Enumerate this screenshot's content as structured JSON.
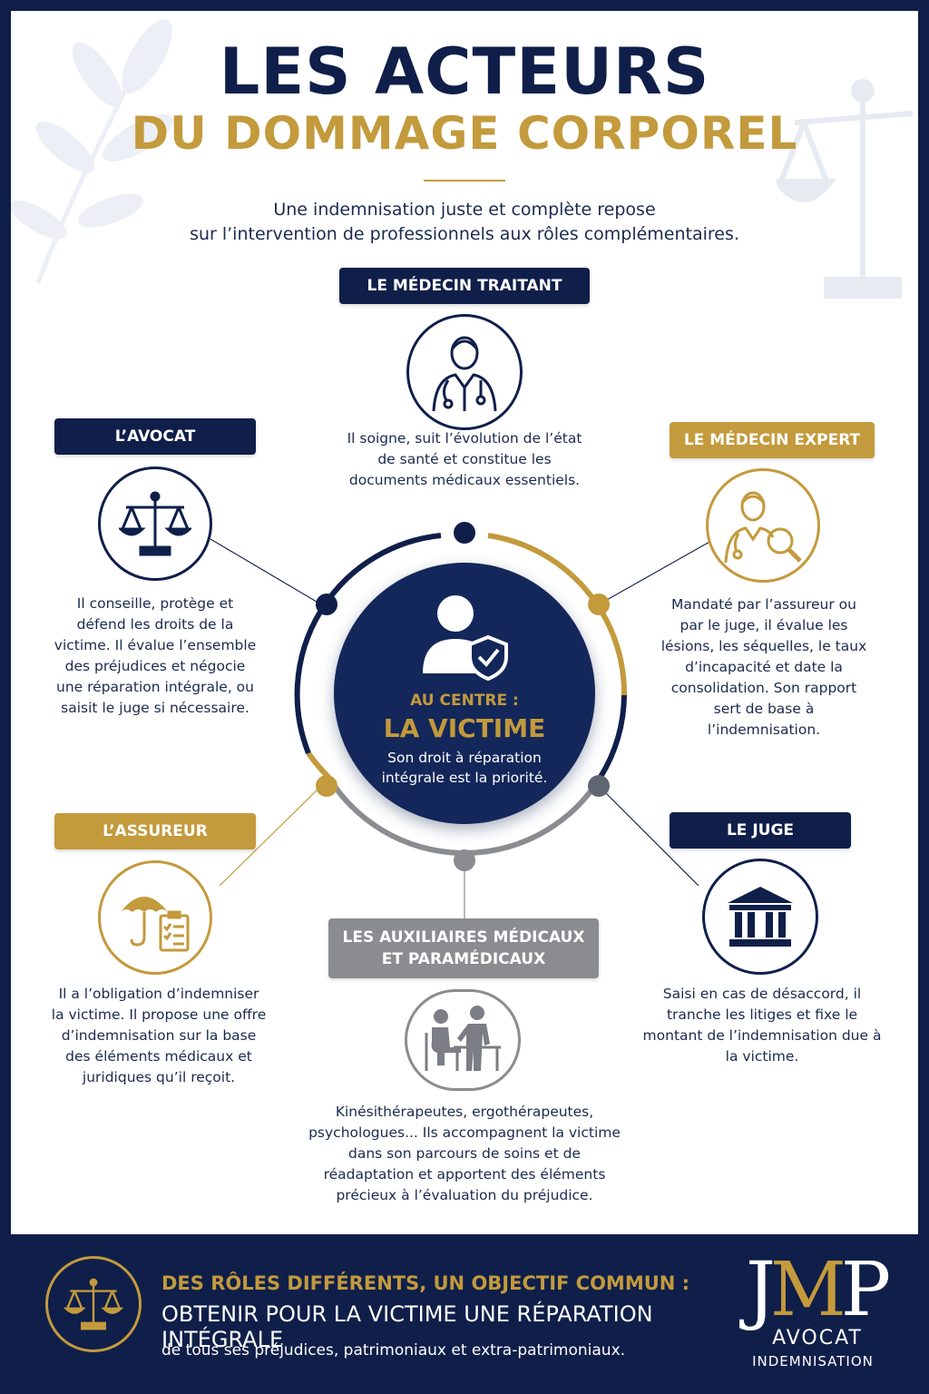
{
  "header": {
    "title_line1": "LES ACTEURS",
    "title_line2": "DU DOMMAGE CORPOREL",
    "subtitle_line1": "Une indemnisation juste et complète repose",
    "subtitle_line2": "sur l’intervention de professionnels aux rôles complémentaires."
  },
  "center": {
    "kicker": "AU CENTRE :",
    "title": "LA VICTIME",
    "text": "Son droit à réparation intégrale est la priorité.",
    "icon": "person-shield-icon"
  },
  "actors": {
    "medecin_traitant": {
      "label": "LE MÉDECIN TRAITANT",
      "text": "Il soigne, suit l’évolution de l’état de santé et constitue les documents médicaux essentiels.",
      "icon": "doctor-icon"
    },
    "avocat": {
      "label": "L’AVOCAT",
      "text": "Il conseille, protège et défend les droits de la victime. Il évalue l’ensemble des préjudices et négocie une réparation intégrale, ou saisit le juge si nécessaire.",
      "icon": "scales-icon"
    },
    "medecin_expert": {
      "label": "LE MÉDECIN EXPERT",
      "text": "Mandaté par l’assureur ou par le juge, il évalue les lésions, les séquelles, le taux d’incapacité et date la consolidation. Son rapport sert de base à l’indemnisation.",
      "icon": "doctor-magnifier-icon"
    },
    "assureur": {
      "label": "L’ASSUREUR",
      "text": "Il a l’obligation d’indemniser la victime. Il propose une offre d’indemnisation sur la base des éléments médicaux et juridiques qu’il reçoit.",
      "icon": "umbrella-checklist-icon"
    },
    "juge": {
      "label": "LE JUGE",
      "text": "Saisi en cas de désaccord, il tranche les litiges et fixe le montant de l’indemnisation due à la victime.",
      "icon": "courthouse-icon"
    },
    "auxiliaires": {
      "label_line1": "LES AUXILIAIRES MÉDICAUX",
      "label_line2": "ET PARAMÉDICAUX",
      "text": "Kinésithérapeutes, ergothérapeutes, psychologues... Ils accompagnent la victime dans son parcours de soins et de réadaptation et apportent des éléments précieux à l’évaluation du préjudice.",
      "icon": "therapy-session-icon"
    }
  },
  "footer": {
    "line1": "DES RÔLES DIFFÉRENTS, UN OBJECTIF COMMUN :",
    "line2": "OBTENIR POUR LA VICTIME UNE RÉPARATION INTÉGRALE",
    "line3": "de tous ses préjudices, patrimoniaux et extra-patrimoniaux.",
    "icon": "scales-icon"
  },
  "logo": {
    "mark_j": "J",
    "mark_m": "M",
    "mark_p": "P",
    "name": "AVOCAT",
    "sub": "INDEMNISATION"
  },
  "colors": {
    "navy": "#0f1f4a",
    "gold": "#c39a3c",
    "grey": "#8a8c90"
  }
}
